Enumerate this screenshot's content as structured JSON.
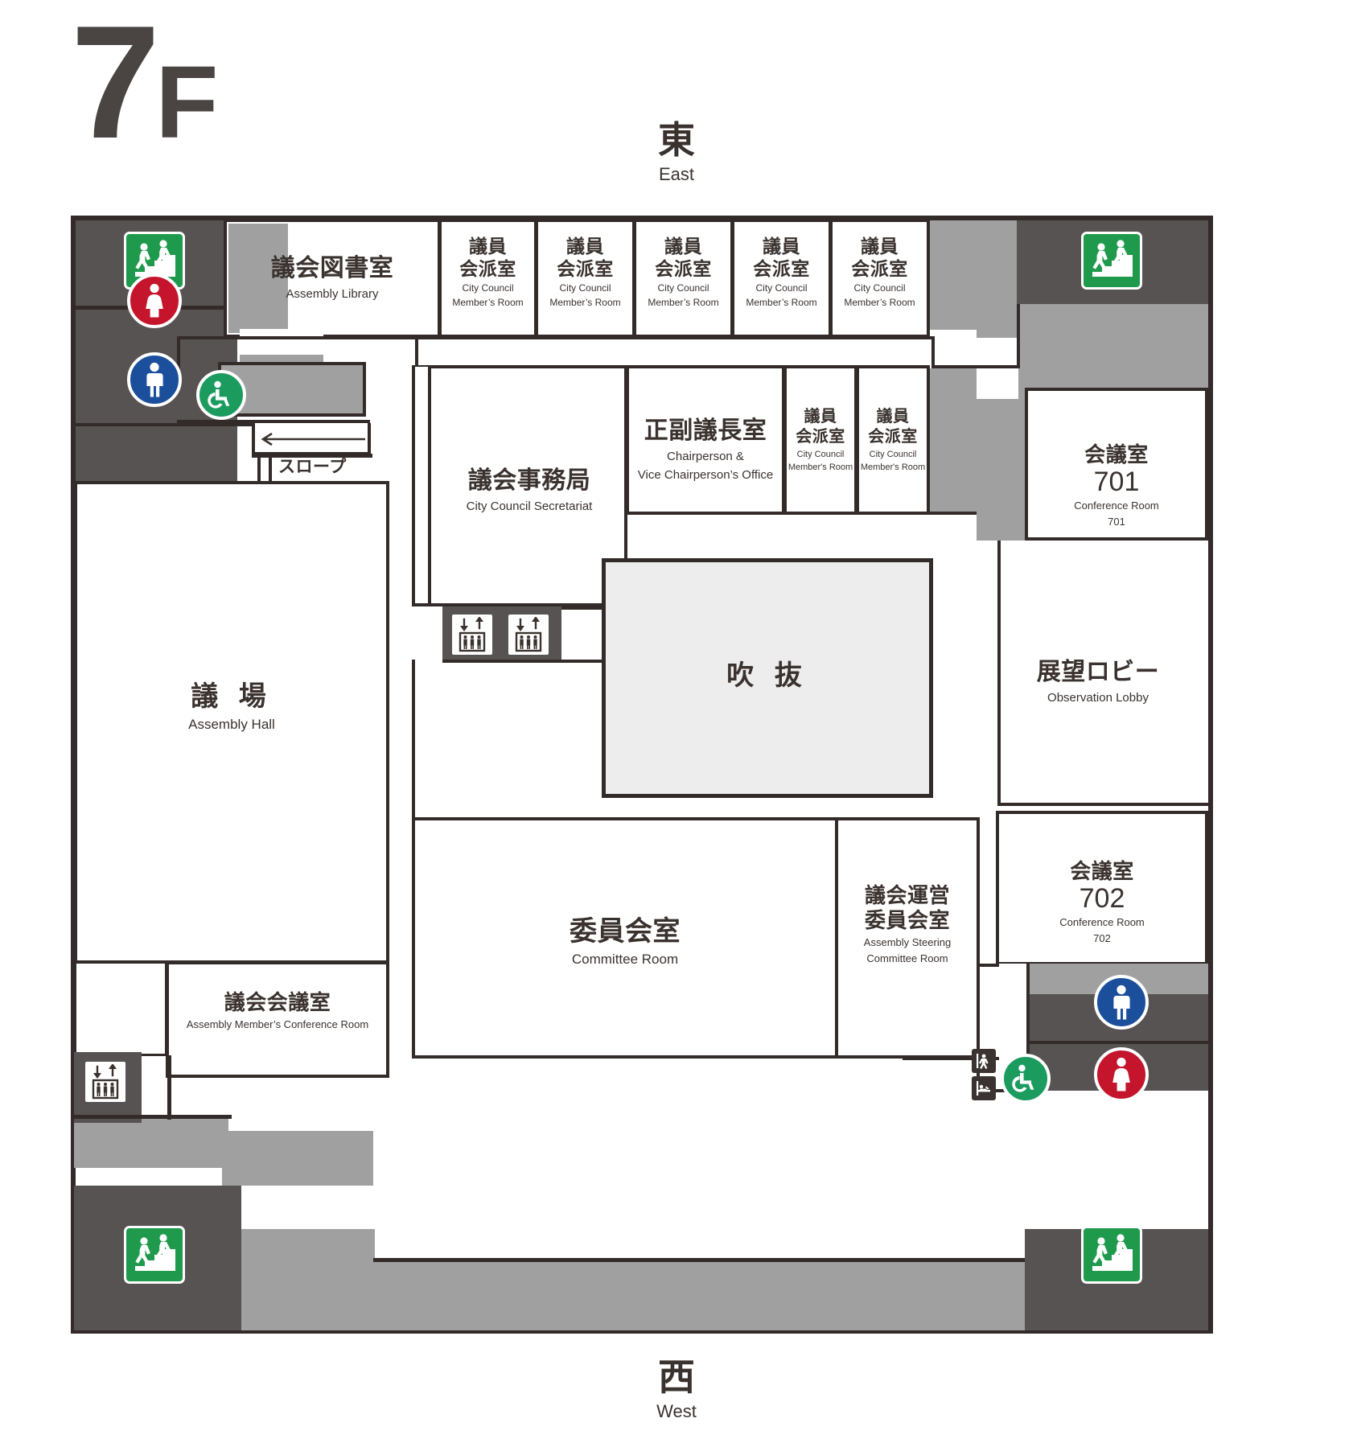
{
  "floor": {
    "number": "7",
    "suffix": "F"
  },
  "compass": {
    "east": {
      "jp": "東",
      "en": "East"
    },
    "west": {
      "jp": "西",
      "en": "West"
    }
  },
  "rooms": [
    {
      "id": "assembly-library",
      "jp": "議会図書室",
      "en": "Assembly Library"
    },
    {
      "id": "member-room-1",
      "jp": "議員\n会派室",
      "jp1": "議員",
      "jp2": "会派室",
      "en": "City Council\nMember’s Room",
      "en1": "City Council",
      "en2": "Member’s Room"
    },
    {
      "id": "member-room-2",
      "jp1": "議員",
      "jp2": "会派室",
      "en1": "City Council",
      "en2": "Member’s Room"
    },
    {
      "id": "member-room-3",
      "jp1": "議員",
      "jp2": "会派室",
      "en1": "City Council",
      "en2": "Member’s Room"
    },
    {
      "id": "member-room-4",
      "jp1": "議員",
      "jp2": "会派室",
      "en1": "City Council",
      "en2": "Member’s Room"
    },
    {
      "id": "member-room-5",
      "jp1": "議員",
      "jp2": "会派室",
      "en1": "City Council",
      "en2": "Member’s Room"
    },
    {
      "id": "member-room-6",
      "jp1": "議員",
      "jp2": "会派室",
      "en1": "City Council",
      "en2": "Member's Room"
    },
    {
      "id": "member-room-7",
      "jp1": "議員",
      "jp2": "会派室",
      "en1": "City Council",
      "en2": "Member's Room"
    },
    {
      "id": "chairperson-office",
      "jp": "正副議長室",
      "en1": "Chairperson &",
      "en2": "Vice Chairperson’s Office"
    },
    {
      "id": "secretariat",
      "jp": "議会事務局",
      "en": "City Council Secretariat"
    },
    {
      "id": "assembly-hall",
      "jp": "議 場",
      "en": "Assembly Hall"
    },
    {
      "id": "members-conf-room",
      "jp": "議会会議室",
      "en": "Assembly Member’s Conference Room"
    },
    {
      "id": "committee-room",
      "jp": "委員会室",
      "en": "Committee Room"
    },
    {
      "id": "steering-committee",
      "jp1": "議会運営",
      "jp2": "委員会室",
      "en1": "Assembly Steering",
      "en2": "Committee Room"
    },
    {
      "id": "conference-701",
      "jp": "会議室",
      "num": "701",
      "en": "Conference Room",
      "en_num": "701"
    },
    {
      "id": "conference-702",
      "jp": "会議室",
      "num": "702",
      "en": "Conference Room",
      "en_num": "702"
    },
    {
      "id": "observation-lobby",
      "jp": "展望ロビー",
      "en": "Observation Lobby"
    },
    {
      "id": "atrium-void",
      "jp": "吹 抜"
    },
    {
      "id": "slope",
      "jp": "スロープ"
    }
  ],
  "labels": {
    "assembly_library_jp": "議会図書室",
    "assembly_library_en": "Assembly Library",
    "member_jp1": "議員",
    "member_jp2": "会派室",
    "member_en1": "City Council",
    "member_en2": "Member’s Room",
    "member_en2_alt": "Member's Room",
    "chairperson_jp": "正副議長室",
    "chairperson_en1": "Chairperson &",
    "chairperson_en2": "Vice Chairperson’s Office",
    "secretariat_jp": "議会事務局",
    "secretariat_en": "City Council Secretariat",
    "assembly_hall_jp": "議 場",
    "assembly_hall_en": "Assembly Hall",
    "members_conf_jp": "議会会議室",
    "members_conf_en": "Assembly Member’s Conference Room",
    "committee_jp": "委員会室",
    "committee_en": "Committee Room",
    "steering_jp1": "議会運営",
    "steering_jp2": "委員会室",
    "steering_en1": "Assembly Steering",
    "steering_en2": "Committee Room",
    "conf_jp": "会議室",
    "conf_701_num": "701",
    "conf_702_num": "702",
    "conf_en": "Conference Room",
    "conf_701_en_num": "701",
    "conf_702_en_num": "702",
    "observation_jp": "展望ロビー",
    "observation_en": "Observation Lobby",
    "atrium_jp": "吹 抜",
    "slope_jp": "スロープ"
  },
  "icons": [
    {
      "name": "stairs-exit-icon",
      "position": "top-left",
      "color": "#1f9a4d"
    },
    {
      "name": "stairs-exit-icon",
      "position": "top-right",
      "color": "#1f9a4d"
    },
    {
      "name": "stairs-exit-icon",
      "position": "bottom-left",
      "color": "#1f9a4d"
    },
    {
      "name": "stairs-exit-icon",
      "position": "bottom-right",
      "color": "#1f9a4d"
    },
    {
      "name": "womens-restroom-icon",
      "position": "upper-left",
      "color": "#c4152c"
    },
    {
      "name": "mens-restroom-icon",
      "position": "upper-left",
      "color": "#1b4f9c"
    },
    {
      "name": "accessible-restroom-icon",
      "position": "upper-left",
      "color": "#1b9b5e"
    },
    {
      "name": "mens-restroom-icon",
      "position": "lower-right",
      "color": "#1b4f9c"
    },
    {
      "name": "womens-restroom-icon",
      "position": "lower-right",
      "color": "#c4152c"
    },
    {
      "name": "accessible-restroom-icon",
      "position": "lower-right",
      "color": "#1b9b5e"
    },
    {
      "name": "elevator-icon",
      "position": "center",
      "color": "#575352"
    },
    {
      "name": "elevator-icon",
      "position": "center",
      "color": "#575352"
    },
    {
      "name": "elevator-icon",
      "position": "lower-left",
      "color": "#575352"
    },
    {
      "name": "baby-changing-icon",
      "position": "lower-right",
      "color": "#3b3331"
    },
    {
      "name": "nursing-room-icon",
      "position": "lower-right",
      "color": "#3b3331"
    }
  ],
  "colors": {
    "wall": "#332b29",
    "core_fill": "#575352",
    "gray_fill": "#a0a0a0",
    "void_fill": "#ededed",
    "green": "#1b9b5e",
    "exit_green": "#1f9a4d",
    "red": "#c4152c",
    "blue": "#1b4f9c",
    "ink": "#3a322f"
  }
}
